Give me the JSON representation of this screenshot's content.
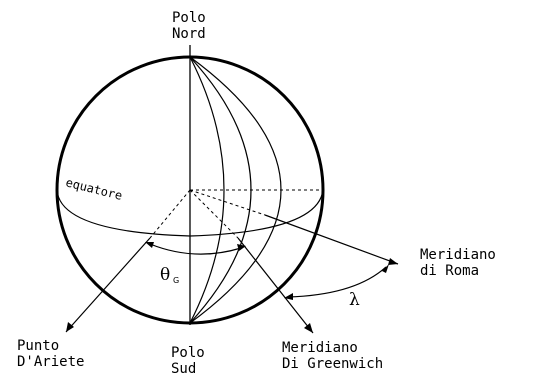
{
  "labels": {
    "north_pole": [
      "Polo",
      "Nord"
    ],
    "south_pole": [
      "Polo",
      "Sud"
    ],
    "equator": "equatore",
    "aries": [
      "Punto",
      "D'Ariete"
    ],
    "greenwich": [
      "Meridiano",
      "Di Greenwich"
    ],
    "rome": [
      "Meridiano",
      "di Roma"
    ],
    "theta": "θ",
    "theta_sub": "G",
    "lambda": "λ"
  }
}
